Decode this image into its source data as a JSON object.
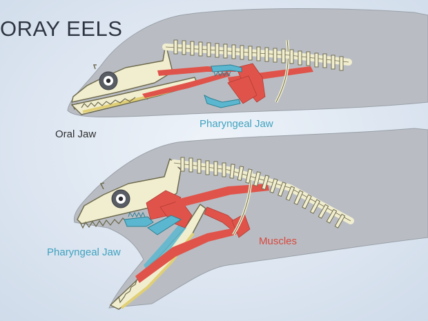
{
  "title": "ORAY EELS",
  "labels": {
    "oral_jaw": "Oral Jaw",
    "pharyngeal_jaw_top": "Pharyngeal Jaw",
    "pharyngeal_jaw_bottom": "Pharyngeal Jaw",
    "muscles": "Muscles"
  },
  "colors": {
    "background": "#dde6f1",
    "body": "#b8bcc2",
    "bone": "#f1eed0",
    "bone_outline": "#6e6a4e",
    "muscle": "#e0534a",
    "pharyngeal_jaw": "#5ab7cf",
    "oral_jaw_tint": "#e1cf76",
    "title": "#2e3442",
    "label_pharyngeal": "#3fa2bf",
    "label_muscles": "#d9483f"
  },
  "panels": [
    {
      "name": "closed-mouth",
      "description_visible": false
    },
    {
      "name": "open-mouth",
      "description_visible": false
    }
  ]
}
